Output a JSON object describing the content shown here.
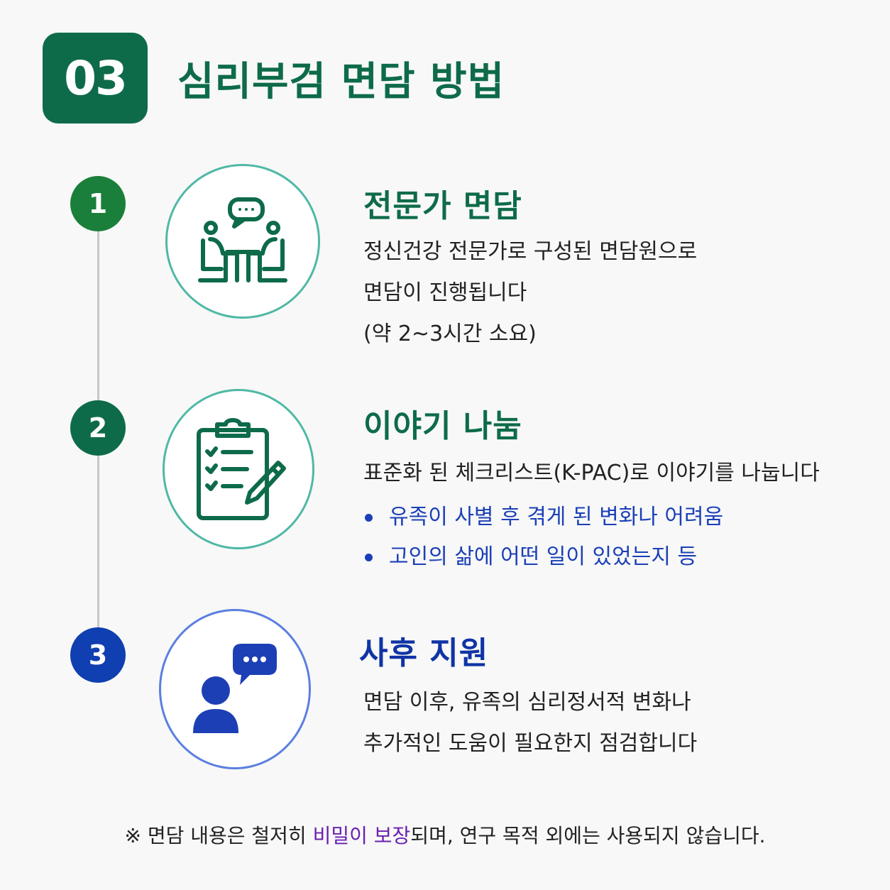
{
  "header": {
    "number": "03",
    "title": "심리부검 면담 방법"
  },
  "colors": {
    "green": "#0e6b4a",
    "step1": "#1a7f3a",
    "step2": "#0e6b4a",
    "step3": "#0f3fb0",
    "blue_text": "#1c3fb8",
    "highlight": "#6a1fb0"
  },
  "steps": [
    {
      "number": "1",
      "icon": "interview-icon",
      "title": "전문가 면담",
      "lines": [
        "정신건강 전문가로 구성된 면담원으로",
        "면담이 진행됩니다",
        "(약 2~3시간 소요)"
      ]
    },
    {
      "number": "2",
      "icon": "clipboard-checklist-icon",
      "title": "이야기 나눔",
      "lines": [
        "표준화 된 체크리스트(K-PAC)로 이야기를 나눕니다"
      ],
      "bullets": [
        "유족이 사별 후 겪게 된 변화나 어려움",
        "고인의 삶에 어떤 일이 있었는지 등"
      ]
    },
    {
      "number": "3",
      "icon": "person-speech-icon",
      "title": "사후 지원",
      "lines": [
        "면담 이후, 유족의 심리정서적 변화나",
        "추가적인 도움이 필요한지 점검합니다"
      ]
    }
  ],
  "footnote": {
    "prefix": "※ 면담 내용은 철저히 ",
    "highlight": "비밀이 보장",
    "suffix": "되며, 연구 목적 외에는 사용되지 않습니다."
  }
}
